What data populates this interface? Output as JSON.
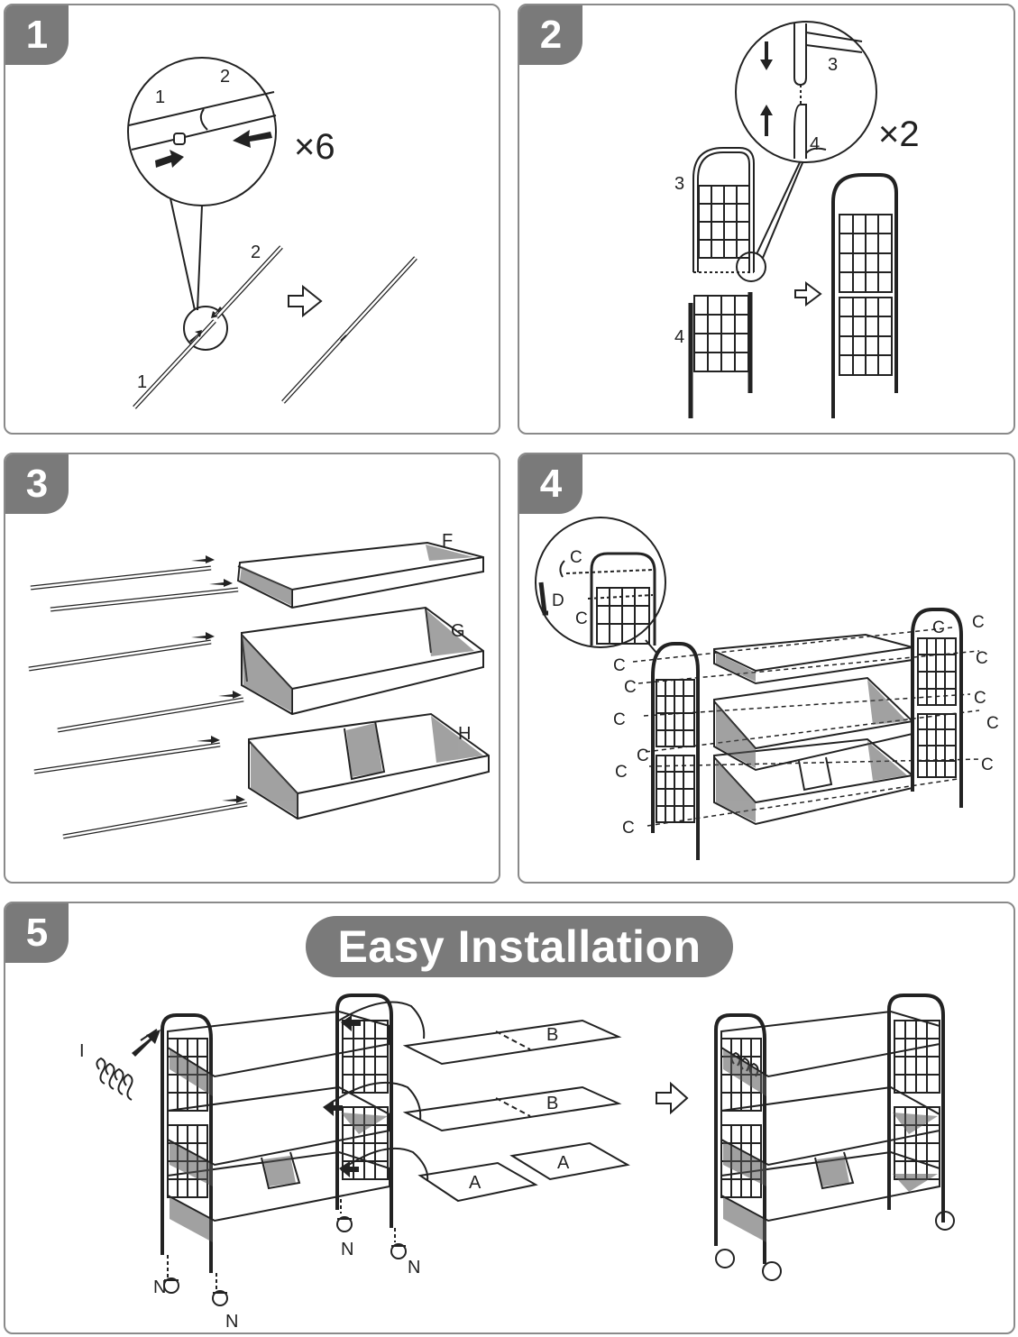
{
  "steps": [
    {
      "number": "1"
    },
    {
      "number": "2"
    },
    {
      "number": "3"
    },
    {
      "number": "4"
    },
    {
      "number": "5"
    }
  ],
  "step1": {
    "label_tube1": "1",
    "label_tube2": "2",
    "multiplier": "×6"
  },
  "step2": {
    "label_frame_top": "3",
    "label_frame_bottom": "4",
    "multiplier": "×2"
  },
  "step3": {
    "basket_f": "F",
    "basket_g": "G",
    "basket_h": "H"
  },
  "step4": {
    "label_c": "C",
    "label_d": "D"
  },
  "step5": {
    "title": "Easy Installation",
    "hook_label": "I",
    "wheel_label": "N",
    "board_b": "B",
    "board_a": "A"
  },
  "colors": {
    "badge": "#7a7a7a",
    "border": "#8a8a8a",
    "line": "#222222"
  }
}
